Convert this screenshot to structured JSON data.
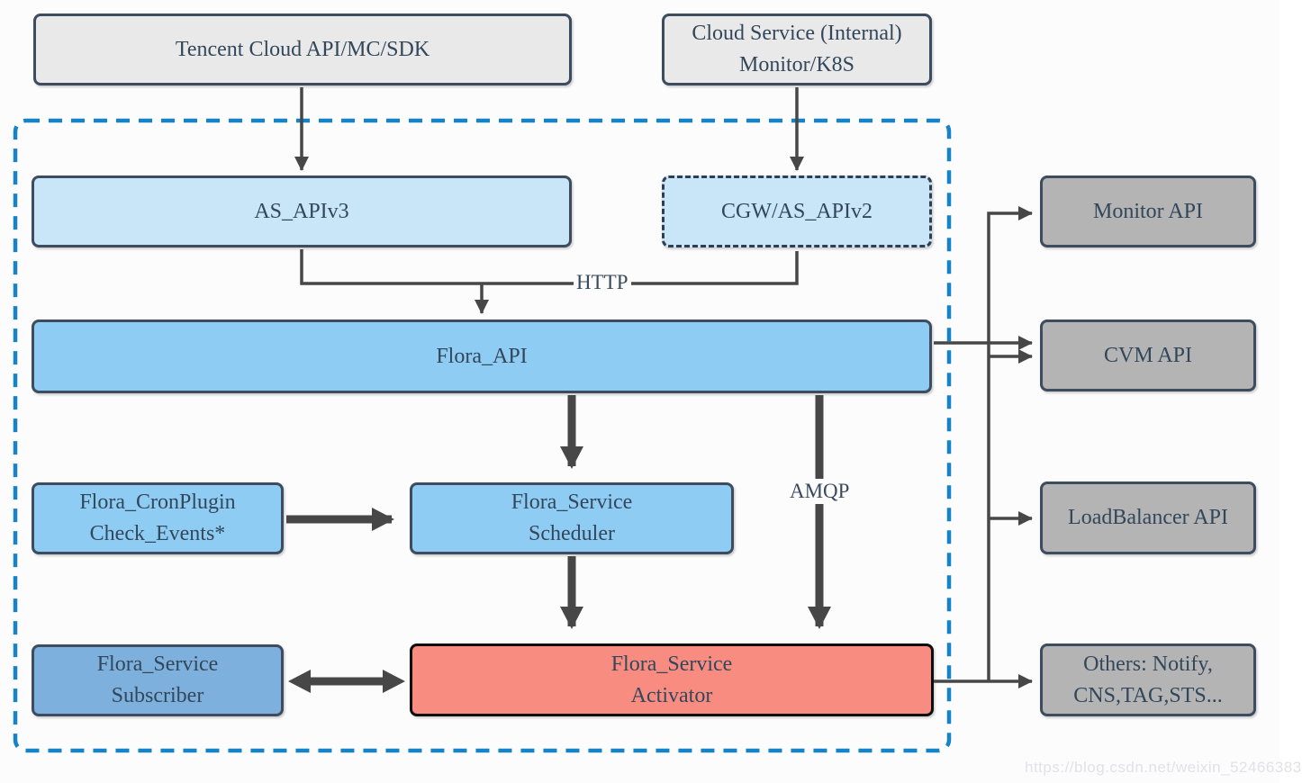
{
  "nodes": {
    "tencent": {
      "label": "Tencent Cloud API/MC/SDK"
    },
    "cloud_service": {
      "lines": [
        "Cloud Service (Internal)",
        "Monitor/K8S"
      ]
    },
    "as_apiv3": {
      "label": "AS_APIv3"
    },
    "cgw_as_apiv2": {
      "label": "CGW/AS_APIv2"
    },
    "flora_api": {
      "label": "Flora_API"
    },
    "cron_plugin": {
      "lines": [
        "Flora_CronPlugin",
        "Check_Events*"
      ]
    },
    "scheduler": {
      "lines": [
        "Flora_Service",
        "Scheduler"
      ]
    },
    "subscriber": {
      "lines": [
        "Flora_Service",
        "Subscriber"
      ]
    },
    "activator": {
      "lines": [
        "Flora_Service",
        "Activator"
      ]
    },
    "monitor_api": {
      "label": "Monitor API"
    },
    "cvm_api": {
      "label": "CVM API"
    },
    "loadbalancer_api": {
      "label": "LoadBalancer API"
    },
    "others_api": {
      "lines": [
        "Others: Notify,",
        "CNS,TAG,STS..."
      ]
    }
  },
  "edge_labels": {
    "http": "HTTP",
    "amqp": "AMQP"
  },
  "watermark": "https://blog.csdn.net/weixin_52466383",
  "colors": {
    "container_dashed_border": "#1583c5",
    "box_border_dark": "#3d4c5e",
    "activator_border": "#0d0d0d",
    "text": "#33475b",
    "arrow": "#474747",
    "fill_light_gray": "#e9e9e9",
    "fill_mid_gray": "#b4b4b4",
    "fill_light_blue": "#c9e5f8",
    "fill_mid_blue": "#8fccf3",
    "fill_steel_blue": "#7db0dc",
    "fill_salmon": "#f98c80"
  }
}
